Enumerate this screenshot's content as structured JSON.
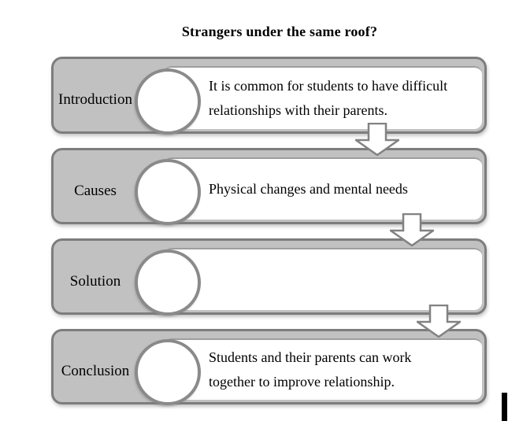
{
  "title": "Strangers under the same roof?",
  "steps": [
    {
      "label": "Introduction",
      "lines": [
        "It is common for students to have difficult",
        "relationships with their parents."
      ]
    },
    {
      "label": "Causes",
      "lines": [
        "Physical changes and mental needs"
      ]
    },
    {
      "label": "Solution",
      "lines": []
    },
    {
      "label": "Conclusion",
      "lines": [
        "Students and their parents can work",
        "together to improve relationship."
      ]
    }
  ],
  "arrows": [
    {
      "icon": "down-block-arrow"
    },
    {
      "icon": "down-block-arrow"
    },
    {
      "icon": "down-block-arrow"
    }
  ],
  "colors": {
    "box_fill": "#c1c1c1",
    "box_border": "#7d7d7d",
    "panel_fill": "#ffffff",
    "circle_border": "#8a8a8a",
    "arrow_fill": "#ffffff",
    "arrow_border": "#828282",
    "text": "#000000"
  }
}
